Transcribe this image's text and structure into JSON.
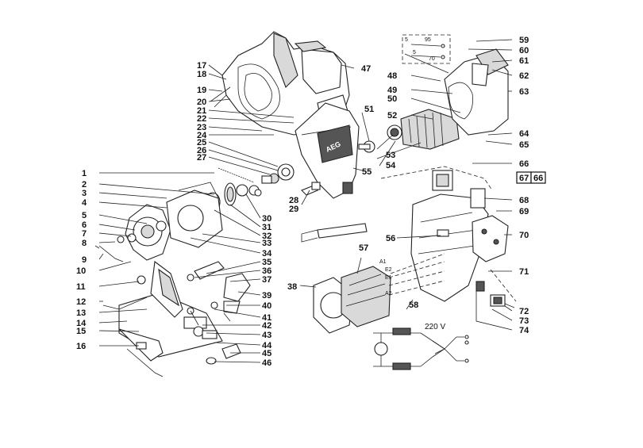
{
  "diagram": {
    "labels": {
      "l1": "1",
      "l2": "2",
      "l3": "3",
      "l4": "4",
      "l5": "5",
      "l6": "6",
      "l7": "7",
      "l8": "8",
      "l9": "9",
      "l10": "10",
      "l11": "11",
      "l12": "12",
      "l13": "13",
      "l14": "14",
      "l15": "15",
      "l16": "16",
      "l17": "17",
      "l18": "18",
      "l19": "19",
      "l20": "20",
      "l21": "21",
      "l22": "22",
      "l23": "23",
      "l24": "24",
      "l25": "25",
      "l26": "26",
      "l27": "27",
      "l28": "28",
      "l29": "29",
      "l30": "30",
      "l31": "31",
      "l32": "32",
      "l33": "33",
      "l34": "34",
      "l35": "35",
      "l36": "36",
      "l37": "37",
      "l38": "38",
      "l39": "39",
      "l40": "40",
      "l41": "41",
      "l42": "42",
      "l43": "43",
      "l44": "44",
      "l45": "45",
      "l46": "46",
      "l47": "47",
      "l48": "48",
      "l49": "49",
      "l50": "50",
      "l51": "51",
      "l52": "52",
      "l53": "53",
      "l54": "54",
      "l55": "55",
      "l56": "56",
      "l57": "57",
      "l58": "58",
      "l59": "59",
      "l60": "60",
      "l61": "61",
      "l62": "62",
      "l63": "63",
      "l64": "64",
      "l65": "65",
      "l66": "66",
      "l67": "67",
      "l66b": "66",
      "l68": "68",
      "l69": "69",
      "l70": "70",
      "l71": "71",
      "l72": "72",
      "l73": "73",
      "l74": "74"
    },
    "inset": {
      "a": "5",
      "b": "95",
      "c": "5",
      "d": "70"
    },
    "stator_terminals": {
      "a1": "A1",
      "e2": "E2",
      "e1": "E1",
      "a2": "A2"
    },
    "housing_brand": "AEG",
    "voltage": "220 V"
  }
}
